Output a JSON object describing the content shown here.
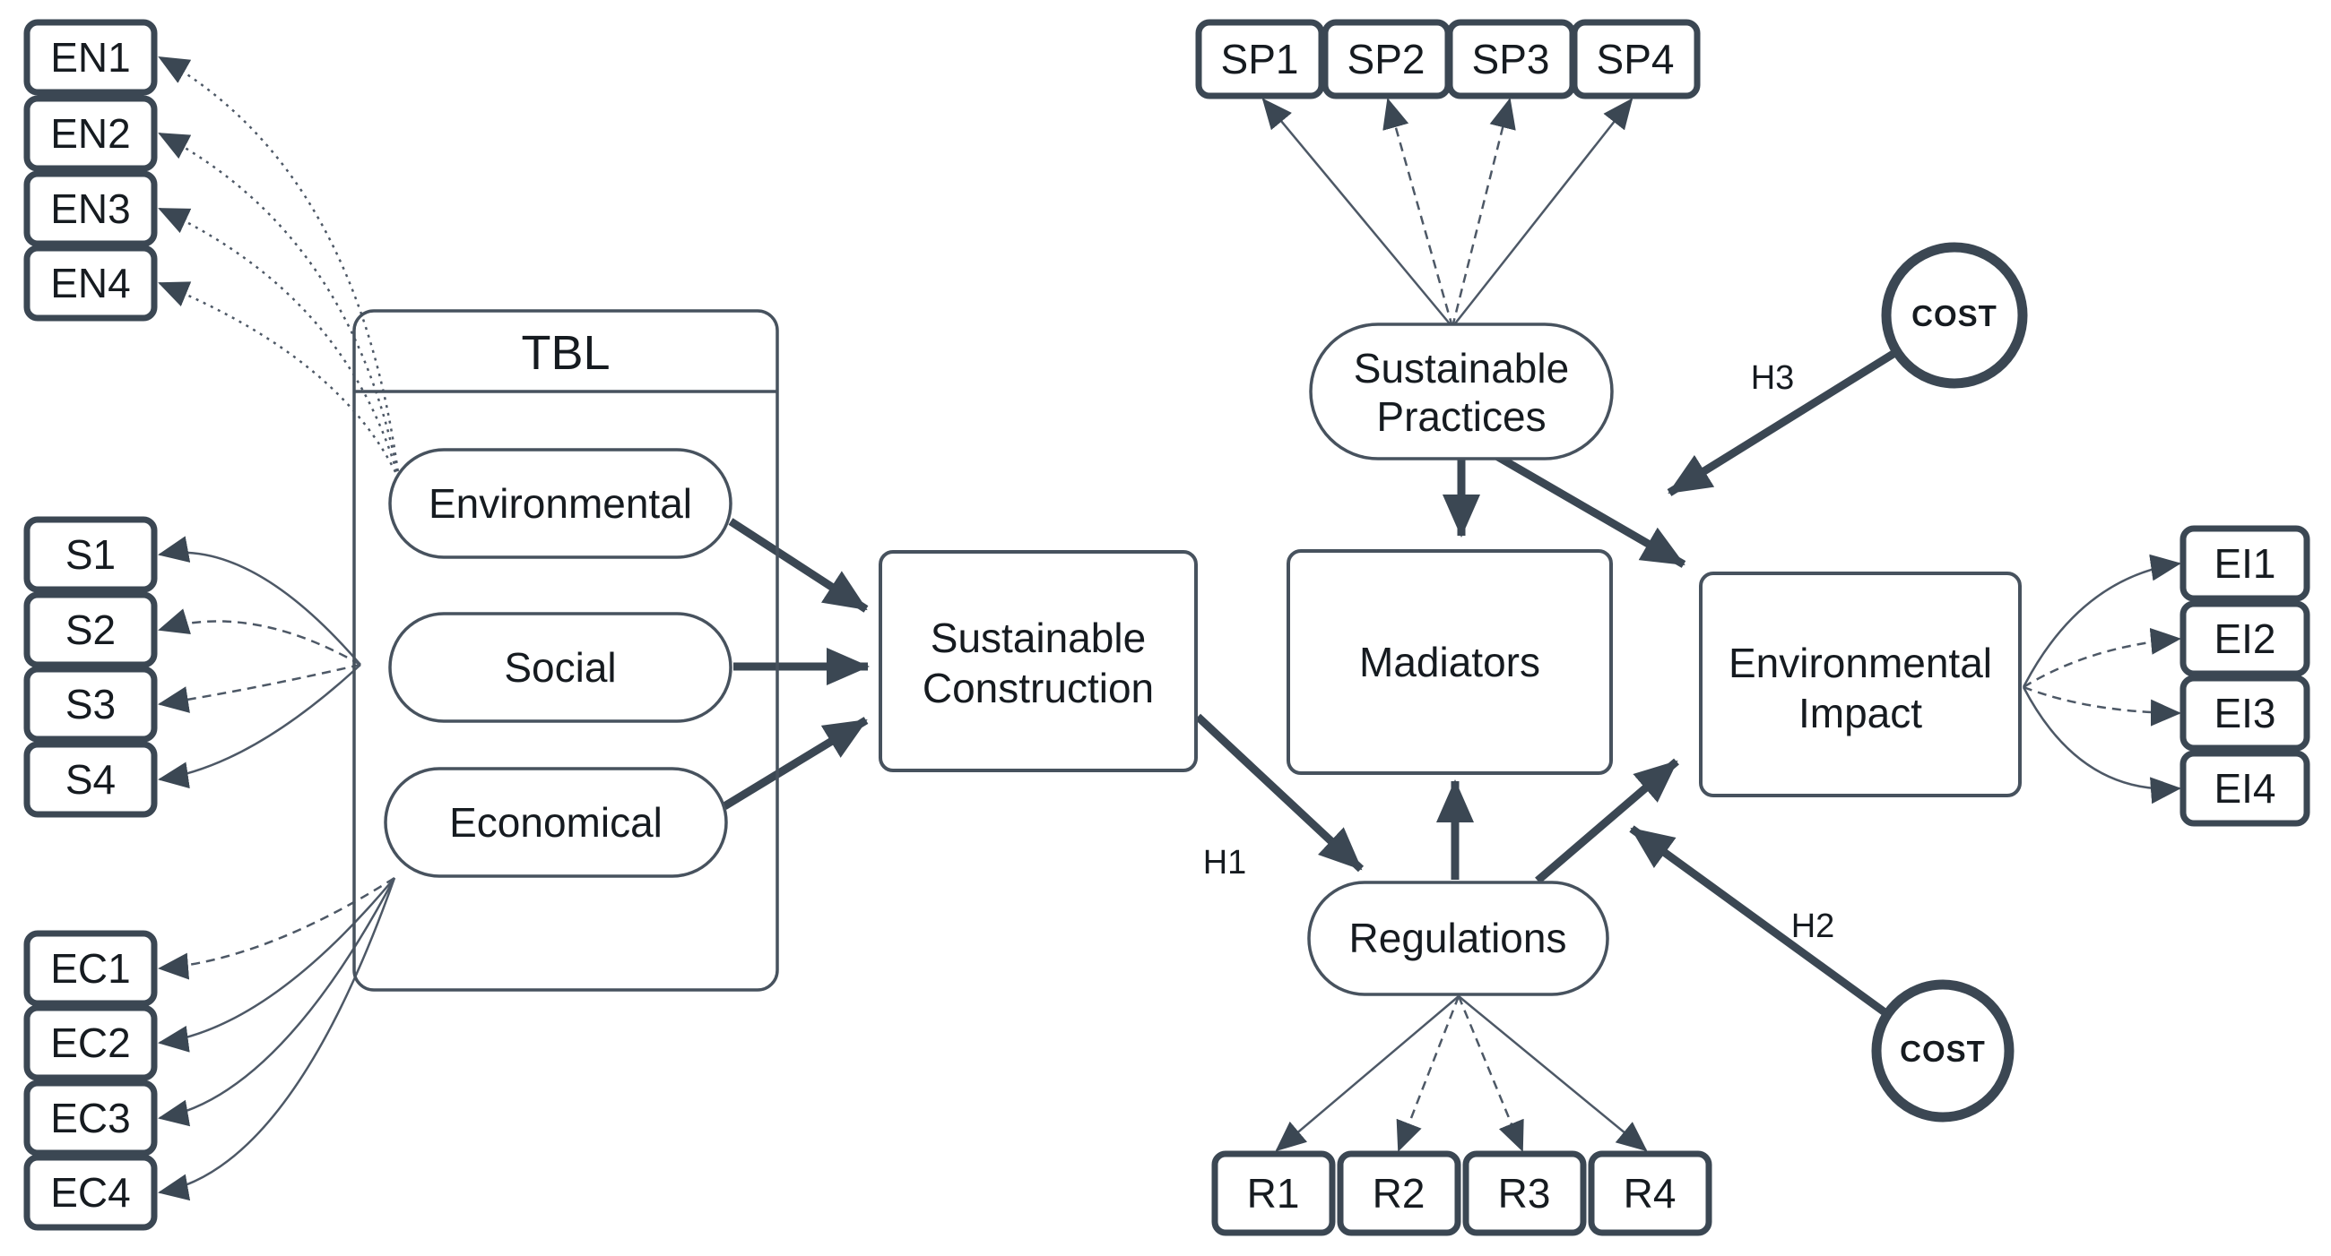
{
  "tbl": {
    "title": "TBL"
  },
  "latents": {
    "environmental": "Environmental",
    "social": "Social",
    "economical": "Economical",
    "sustainable_practices": [
      "Sustainable",
      "Practices"
    ],
    "regulations": "Regulations"
  },
  "constructs": {
    "sustainable_construction": [
      "Sustainable",
      "Construction"
    ],
    "mediators": "Madiators",
    "environmental_impact": [
      "Environmental",
      "Impact"
    ]
  },
  "moderators": {
    "cost_top": "COST",
    "cost_bottom": "COST"
  },
  "hypotheses": {
    "h1": "H1",
    "h2": "H2",
    "h3": "H3"
  },
  "indicators": {
    "en": [
      "EN1",
      "EN2",
      "EN3",
      "EN4"
    ],
    "s": [
      "S1",
      "S2",
      "S3",
      "S4"
    ],
    "ec": [
      "EC1",
      "EC2",
      "EC3",
      "EC4"
    ],
    "sp": [
      "SP1",
      "SP2",
      "SP3",
      "SP4"
    ],
    "r": [
      "R1",
      "R2",
      "R3",
      "R4"
    ],
    "ei": [
      "EI1",
      "EI2",
      "EI3",
      "EI4"
    ]
  },
  "colors": {
    "stroke_dark": "#3b4753",
    "stroke_mid": "#47525e",
    "line_thin": "#4d5866",
    "text": "#161b20",
    "background": "#ffffff"
  }
}
